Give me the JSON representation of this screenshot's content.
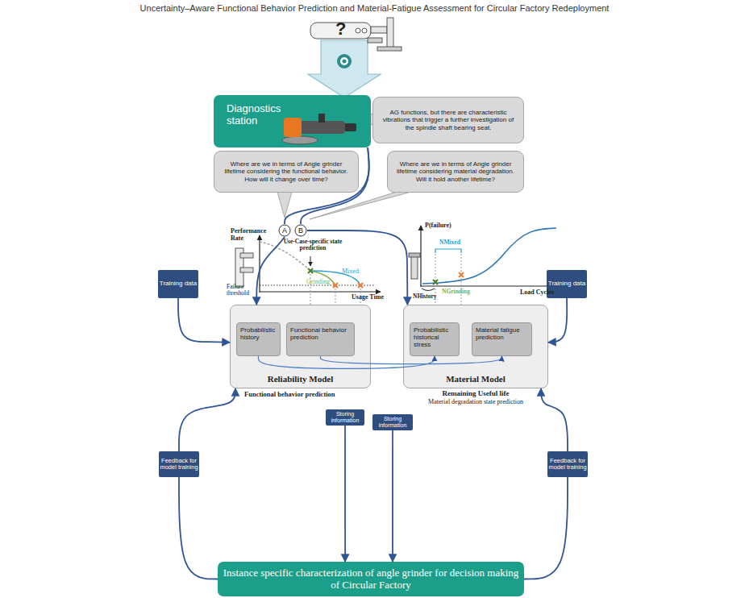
{
  "diagram": {
    "title": "Uncertainty–Aware Functional Behavior Prediction and Material-Fatigue Assessment for Circular Factory Redeployment",
    "nodes": [
      {
        "text": [
          "Diagnostics station"
        ]
      },
      {
        "text": [
          "AG functions, but there are characteristic vibrations that trigger a further investigation of the spindle shaft bearing seat."
        ]
      },
      {
        "text": [
          "Where are we in terms of Angle grinder lifetime considering the functional behavior. How will it change over time?"
        ]
      },
      {
        "text": [
          "Where are we in terms of Angle grinder lifetime considering material degradation. Will it hold another lifetime?"
        ]
      },
      {
        "text": [
          "A"
        ]
      },
      {
        "text": [
          "B"
        ]
      },
      {
        "text": [
          "Training data"
        ]
      },
      {
        "text": [
          "Training data"
        ]
      },
      {
        "text": [
          "Reliability Model"
        ]
      },
      {
        "text": [
          "Probabilistic history"
        ],
        "in": 8
      },
      {
        "text": [
          "Functional behavior prediction"
        ],
        "in": 8
      },
      {
        "text": [
          "Material Model"
        ]
      },
      {
        "text": [
          "Probabilistic historical stress"
        ],
        "in": 11
      },
      {
        "text": [
          "Material fatigue prediction"
        ],
        "in": 11
      },
      {
        "text": [
          "Storing information"
        ]
      },
      {
        "text": [
          "Storing information"
        ]
      },
      {
        "text": [
          "Feedback for model training"
        ]
      },
      {
        "text": [
          "Feedback for model training"
        ]
      },
      {
        "text": [
          "Instance specific characterization of angle grinder for decision making of Circular Factory"
        ]
      }
    ],
    "edges": [
      {
        "from": 0,
        "to": 4,
        "arrow": "none"
      },
      {
        "from": 0,
        "to": 5,
        "arrow": "none"
      },
      {
        "from": 4,
        "to": 8,
        "arrow": "to"
      },
      {
        "from": 5,
        "to": 11,
        "arrow": "to"
      },
      {
        "from": 6,
        "to": 8,
        "arrow": "to"
      },
      {
        "from": 7,
        "to": 11,
        "arrow": "to"
      },
      {
        "from": 9,
        "to": 12,
        "arrow": "to"
      },
      {
        "from": 10,
        "to": 13,
        "arrow": "to"
      },
      {
        "from": 14,
        "to": 18,
        "arrow": "to"
      },
      {
        "from": 15,
        "to": 18,
        "arrow": "to"
      },
      {
        "from": 18,
        "to": 16,
        "arrow": "none"
      },
      {
        "from": 16,
        "to": 8,
        "arrow": "to"
      },
      {
        "from": 18,
        "to": 17,
        "arrow": "none"
      },
      {
        "from": 17,
        "to": 11,
        "arrow": "to"
      }
    ],
    "labels": [
      "?",
      "Performance Rate",
      "Use-Case-specific state prediction",
      "Mixed",
      "Grinding",
      "Failure threshold",
      "Usage Time",
      "P(failure)",
      "NMixed",
      "NHistory",
      "NGrinding",
      "Load Cycles",
      "Functional behavior prediction",
      "Remaining Useful life",
      "Material degradation state prediction"
    ]
  }
}
